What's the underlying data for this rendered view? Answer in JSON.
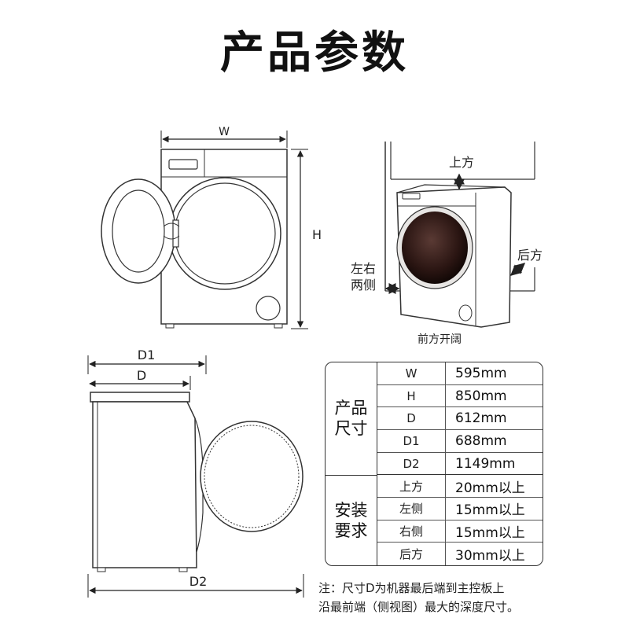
{
  "title": "产品参数",
  "front_view": {
    "width_label": "W",
    "height_label": "H"
  },
  "install_view": {
    "top_label": "上方",
    "back_label": "后方",
    "side_label_line1": "左右",
    "side_label_line2": "两侧",
    "front_label": "前方开阔"
  },
  "side_view": {
    "d1_label": "D1",
    "d_label": "D",
    "d2_label": "D2"
  },
  "spec_table": {
    "group_size_line1": "产品",
    "group_size_line2": "尺寸",
    "group_install_line1": "安装",
    "group_install_line2": "要求",
    "size_rows": [
      {
        "key": "W",
        "value": "595mm"
      },
      {
        "key": "H",
        "value": "850mm"
      },
      {
        "key": "D",
        "value": "612mm"
      },
      {
        "key": "D1",
        "value": "688mm"
      },
      {
        "key": "D2",
        "value": "1149mm"
      }
    ],
    "install_rows": [
      {
        "key": "上方",
        "value": "20mm以上"
      },
      {
        "key": "左侧",
        "value": "15mm以上"
      },
      {
        "key": "右侧",
        "value": "15mm以上"
      },
      {
        "key": "后方",
        "value": "30mm以上"
      }
    ]
  },
  "note_line1": "注：尺寸D为机器最后端到主控板上",
  "note_line2": "沿最前端（侧视图）最大的深度尺寸。"
}
